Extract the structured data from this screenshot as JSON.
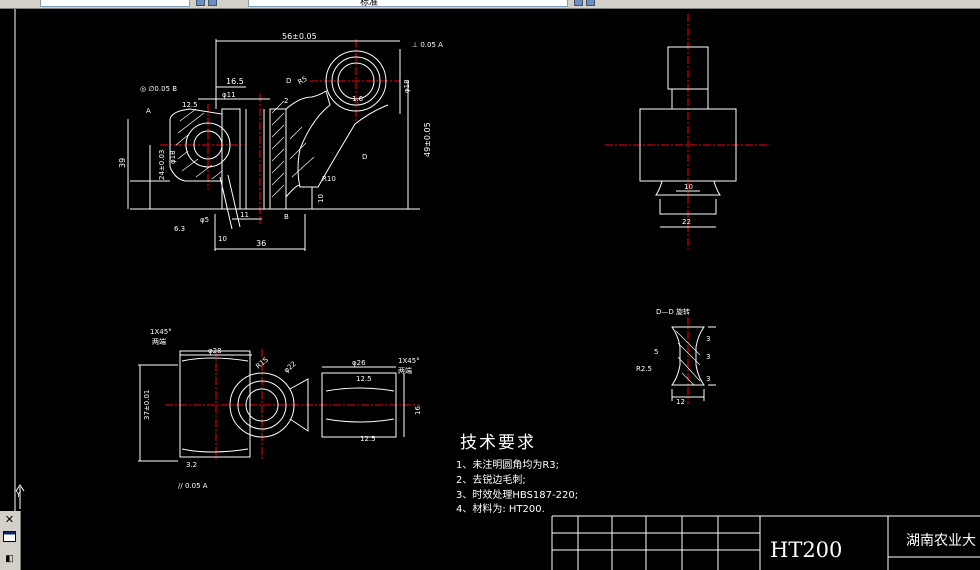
{
  "toolbar": {
    "layer_value": "",
    "layer_label": "标准"
  },
  "drawing": {
    "main_view": {
      "dim_56": "56±0.05",
      "dim_16_5": "16.5",
      "dim_phi11": "φ11",
      "dim_39": "39",
      "dim_24": "24±0.03",
      "dim_phi18_left": "φ18",
      "dim_49": "49±0.05",
      "dim_phi18_top": "φ18",
      "dim_r10": "R10",
      "dim_10": "10",
      "dim_11": "11",
      "dim_10b": "10",
      "dim_36": "36",
      "dim_phi5": "φ5",
      "dim_r5": "R5",
      "dim_2": "2",
      "dim_d": "D",
      "dim_d2": "D",
      "rough_12_5": "12.5",
      "rough_6_3": "6.3",
      "rough_1_6": "1.6",
      "datum_a": "A",
      "datum_b": "B",
      "gtol": "⊥ 0.05 A",
      "gtol_left": "◎ ∅0.05 B"
    },
    "side_view": {
      "dim_10": "10",
      "dim_22": "22"
    },
    "section_view": {
      "title": "D—D 旋转",
      "dim_5": "5",
      "dim_12": "12",
      "dim_r2_5": "R2.5",
      "dim_3a": "3",
      "dim_3b": "3",
      "dim_3c": "3"
    },
    "top_view": {
      "dim_1x45_left": "1X45°",
      "note_both_left": "两端",
      "dim_phi28": "φ28",
      "dim_r15": "R15",
      "dim_phi22": "φ22",
      "dim_phi26": "φ26",
      "dim_1x45_right": "1X45°",
      "note_both_right": "两端",
      "dim_37": "37±0.01",
      "dim_16": "16",
      "rough_12_5a": "12.5",
      "rough_12_5b": "12.5",
      "rough_3_2": "3.2",
      "gtol_bottom": "// 0.05 A"
    }
  },
  "technical_requirements": {
    "title": "技术要求",
    "notes": [
      "1、未注明圆角均为R3;",
      "2、去锐边毛刺;",
      "3、时效处理HBS187-220;",
      "4、材料为: HT200."
    ]
  },
  "title_block": {
    "material": "HT200",
    "school": "湖南农业大"
  },
  "left_strip": {
    "close": "✕"
  },
  "colors": {
    "background": "#000000",
    "lines": "#ffffff",
    "centerlines": "#ff0000",
    "toolbar": "#d4d0c8"
  }
}
